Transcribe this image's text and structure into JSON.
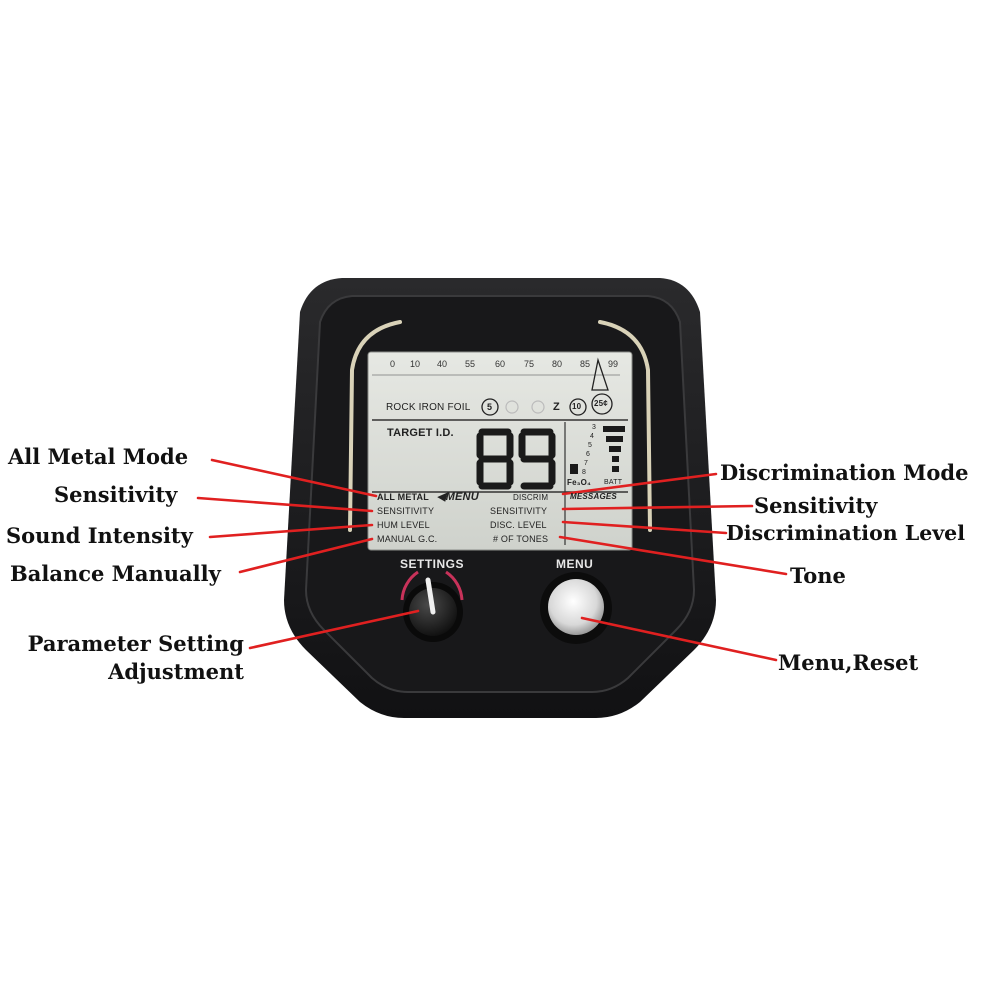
{
  "callouts": {
    "all_metal_mode": "All Metal Mode",
    "sensitivity_left": "Sensitivity",
    "sound_intensity": "Sound Intensity",
    "balance_manually": "Balance Manually",
    "parameter_line1": "Parameter Setting",
    "parameter_line2": "Adjustment",
    "discrimination_mode": "Discrimination Mode",
    "sensitivity_right": "Sensitivity",
    "discrimination_level": "Discrimination Level",
    "tone": "Tone",
    "menu_reset": "Menu,Reset"
  },
  "lcd": {
    "scale": [
      "0",
      "10",
      "40",
      "55",
      "60",
      "75",
      "80",
      "85",
      "99"
    ],
    "target_types": "ROCK IRON FOIL",
    "target_icon_5": "5",
    "target_icon_z": "Z",
    "target_icon_10": "10",
    "target_icon_25": "25¢",
    "target_id_label": "TARGET I.D.",
    "target_id_value": "89",
    "depth_scale": [
      "3",
      "4",
      "5",
      "6",
      "7",
      "8"
    ],
    "fe_label": "Fe₃O₄",
    "batt_label": "BATT",
    "all_metal": "ALL METAL",
    "menu_arrow": "◀MENU",
    "discrim": "DISCRIM",
    "messages": "MESSAGES",
    "left_menu": [
      "SENSITIVITY",
      "HUM LEVEL",
      "MANUAL G.C."
    ],
    "right_menu": [
      "SENSITIVITY",
      "DISC. LEVEL",
      "# OF TONES"
    ]
  },
  "controls": {
    "settings_label": "SETTINGS",
    "menu_label": "MENU"
  },
  "colors": {
    "leader_line": "#e02020",
    "housing": "#1c1c1e",
    "lcd_background": "#d9dcd6"
  }
}
